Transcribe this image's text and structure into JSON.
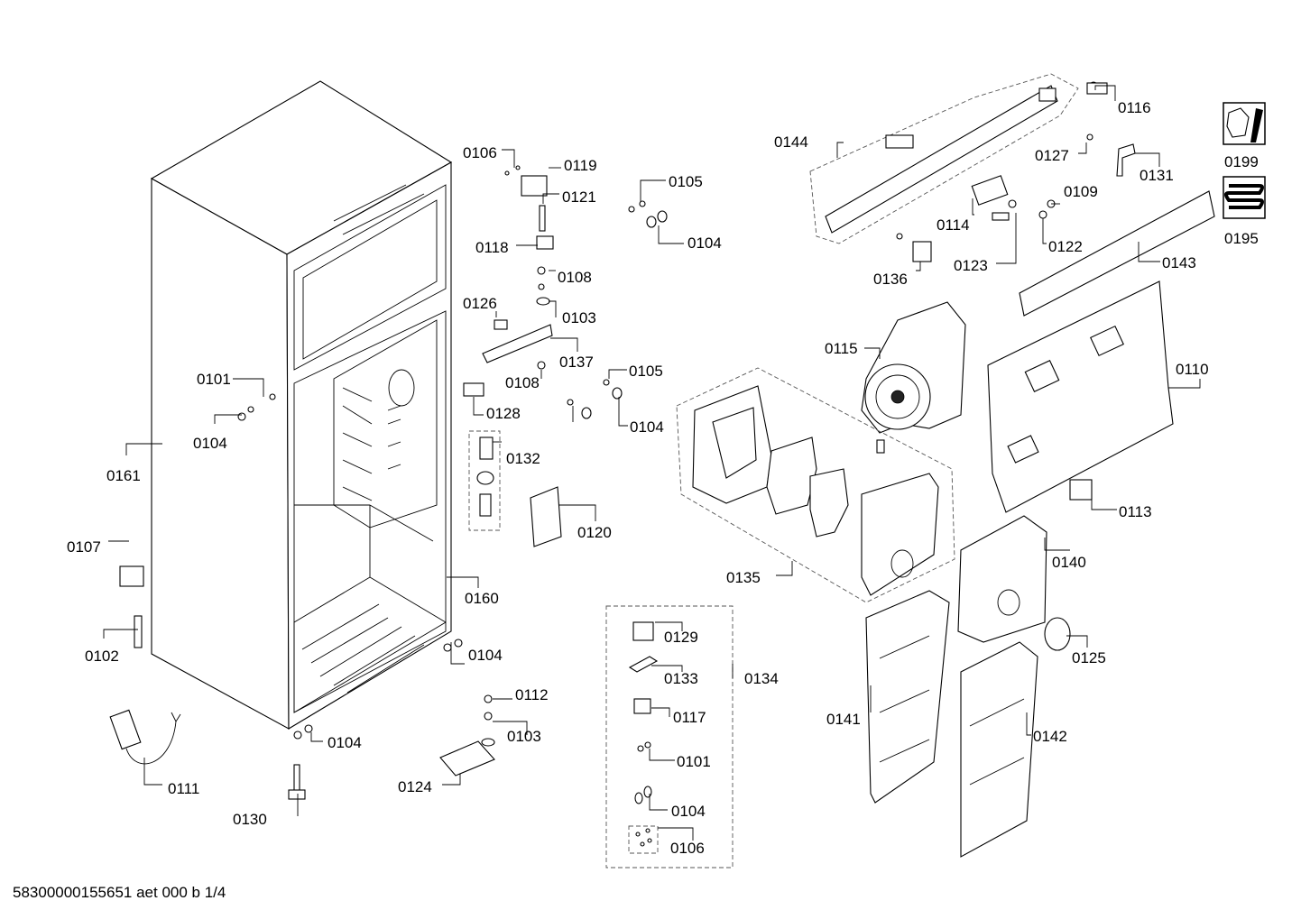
{
  "diagram": {
    "document_code": "58300000155651 aet 000 b 1/4",
    "icons": {
      "service": "wrench-nut-icon",
      "heating": "heating-coil-icon"
    },
    "parts": {
      "p0101": "0101",
      "p0101b": "0101",
      "p0102": "0102",
      "p0103": "0103",
      "p0103b": "0103",
      "p0104a": "0104",
      "p0104b": "0104",
      "p0104c": "0104",
      "p0104d": "0104",
      "p0104e": "0104",
      "p0104f": "0104",
      "p0105a": "0105",
      "p0105b": "0105",
      "p0106a": "0106",
      "p0106b": "0106",
      "p0107": "0107",
      "p0108a": "0108",
      "p0108b": "0108",
      "p0109": "0109",
      "p0110": "0110",
      "p0111": "0111",
      "p0112": "0112",
      "p0113": "0113",
      "p0114": "0114",
      "p0115": "0115",
      "p0116": "0116",
      "p0117": "0117",
      "p0118": "0118",
      "p0119": "0119",
      "p0120": "0120",
      "p0121": "0121",
      "p0122": "0122",
      "p0123": "0123",
      "p0124": "0124",
      "p0125": "0125",
      "p0126": "0126",
      "p0127": "0127",
      "p0128": "0128",
      "p0129": "0129",
      "p0130": "0130",
      "p0131": "0131",
      "p0132": "0132",
      "p0133": "0133",
      "p0134": "0134",
      "p0135": "0135",
      "p0136": "0136",
      "p0137": "0137",
      "p0140": "0140",
      "p0141": "0141",
      "p0142": "0142",
      "p0143": "0143",
      "p0144": "0144",
      "p0160": "0160",
      "p0161": "0161",
      "p0195": "0195",
      "p0199": "0199"
    }
  }
}
